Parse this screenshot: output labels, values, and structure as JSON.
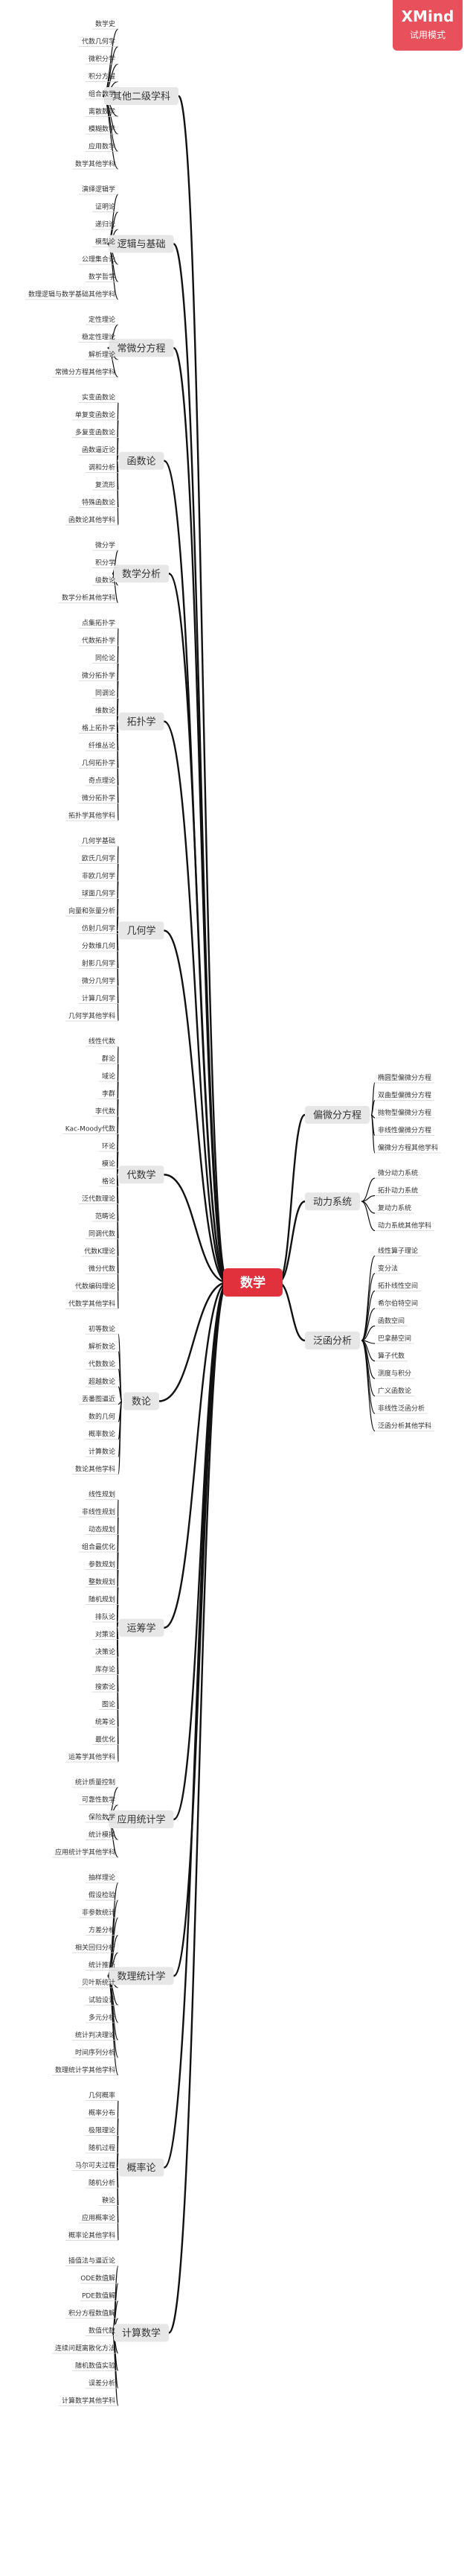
{
  "watermark": {
    "title": "XMind",
    "subtitle": "试用模式"
  },
  "root": {
    "label": "数学",
    "color": "#e0313d"
  },
  "colors": {
    "line": "#111111",
    "branch_bg": "#e7e7e7",
    "leaf_underline": "#d0d0d0",
    "text": "#333333"
  },
  "left_branches": [
    {
      "label": "其他二级学科",
      "children": [
        "数学史",
        "代数几何学",
        "微积分学",
        "积分方程",
        "组合数学",
        "离散数学",
        "模糊数学",
        "应用数学",
        "数学其他学科"
      ]
    },
    {
      "label": "逻辑与基础",
      "children": [
        "演绎逻辑学",
        "证明论",
        "递归论",
        "模型论",
        "公理集合论",
        "数学哲学",
        "数理逻辑与数学基础其他学科"
      ]
    },
    {
      "label": "常微分方程",
      "children": [
        "定性理论",
        "稳定性理论",
        "解析理论",
        "常微分方程其他学科"
      ]
    },
    {
      "label": "函数论",
      "children": [
        "实变函数论",
        "单复变函数论",
        "多复变函数论",
        "函数逼近论",
        "调和分析",
        "复流形",
        "特殊函数论",
        "函数论其他学科"
      ]
    },
    {
      "label": "数学分析",
      "children": [
        "微分学",
        "积分学",
        "级数论",
        "数学分析其他学科"
      ]
    },
    {
      "label": "拓扑学",
      "children": [
        "点集拓扑学",
        "代数拓扑学",
        "同伦论",
        "微分拓扑学",
        "同调论",
        "维数论",
        "格上拓扑学",
        "纤维丛论",
        "几何拓扑学",
        "奇点理论",
        "微分拓扑学",
        "拓扑学其他学科"
      ]
    },
    {
      "label": "几何学",
      "children": [
        "几何学基础",
        "欧氏几何学",
        "非欧几何学",
        "球面几何学",
        "向量和张量分析",
        "仿射几何学",
        "分数维几何",
        "射影几何学",
        "微分几何学",
        "计算几何学",
        "几何学其他学科"
      ]
    },
    {
      "label": "代数学",
      "children": [
        "线性代数",
        "群论",
        "域论",
        "李群",
        "李代数",
        "Kac-Moody代数",
        "环论",
        "模论",
        "格论",
        "泛代数理论",
        "范畴论",
        "同调代数",
        "代数K理论",
        "微分代数",
        "代数编码理论",
        "代数学其他学科"
      ]
    },
    {
      "label": "数论",
      "children": [
        "初等数论",
        "解析数论",
        "代数数论",
        "超越数论",
        "丢番图逼近",
        "数的几何",
        "概率数论",
        "计算数论",
        "数论其他学科"
      ]
    },
    {
      "label": "运筹学",
      "children": [
        "线性规划",
        "非线性规划",
        "动态规划",
        "组合最优化",
        "参数规划",
        "整数规划",
        "随机规划",
        "排队论",
        "对策论",
        "决策论",
        "库存论",
        "搜索论",
        "图论",
        "统筹论",
        "最优化",
        "运筹学其他学科"
      ]
    },
    {
      "label": "应用统计学",
      "children": [
        "统计质量控制",
        "可靠性数学",
        "保险数学",
        "统计模拟",
        "应用统计学其他学科"
      ]
    },
    {
      "label": "数理统计学",
      "children": [
        "抽样理论",
        "假设检验",
        "非参数统计",
        "方差分析",
        "相关回归分析",
        "统计推断",
        "贝叶斯统计",
        "试验设计",
        "多元分析",
        "统计判决理论",
        "时间序列分析",
        "数理统计学其他学科"
      ]
    },
    {
      "label": "概率论",
      "children": [
        "几何概率",
        "概率分布",
        "极限理论",
        "随机过程",
        "马尔可夫过程",
        "随机分析",
        "鞅论",
        "应用概率论",
        "概率论其他学科"
      ]
    },
    {
      "label": "计算数学",
      "children": [
        "插值法与逼近论",
        "ODE数值解",
        "PDE数值解",
        "积分方程数值解",
        "数值代数",
        "连续问题离散化方法",
        "随机数值实验",
        "误差分析",
        "计算数学其他学科"
      ]
    }
  ],
  "right_branches": [
    {
      "label": "偏微分方程",
      "children": [
        "椭圆型偏微分方程",
        "双曲型偏微分方程",
        "抛物型偏微分方程",
        "非线性偏微分方程",
        "偏微分方程其他学科"
      ]
    },
    {
      "label": "动力系统",
      "children": [
        "微分动力系统",
        "拓扑动力系统",
        "复动力系统",
        "动力系统其他学科"
      ]
    },
    {
      "label": "泛函分析",
      "children": [
        "线性算子理论",
        "变分法",
        "拓扑线性空间",
        "希尔伯特空间",
        "函数空间",
        "巴拿赫空间",
        "算子代数",
        "测度与积分",
        "广义函数论",
        "非线性泛函分析",
        "泛函分析其他学科"
      ]
    }
  ]
}
